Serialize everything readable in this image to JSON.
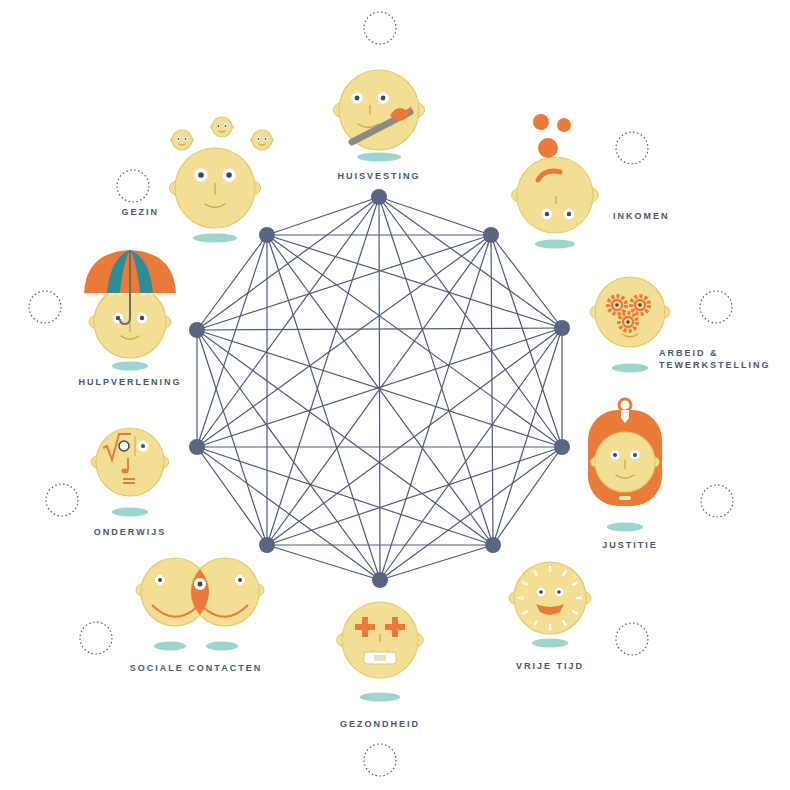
{
  "diagram": {
    "nodes": [
      {
        "text": [
          "HUISVESTING"
        ]
      },
      {
        "text": [
          "INKOMEN"
        ]
      },
      {
        "text": [
          "ARBEID & TEWERKSTELLING"
        ]
      },
      {
        "text": [
          "JUSTITIE"
        ]
      },
      {
        "text": [
          "VRIJE TIJD"
        ]
      },
      {
        "text": [
          "GEZONDHEID"
        ]
      },
      {
        "text": [
          "SOCIALE CONTACTEN"
        ]
      },
      {
        "text": [
          "ONDERWIJS"
        ]
      },
      {
        "text": [
          "HULPVERLENING"
        ]
      },
      {
        "text": [
          "GEZIN"
        ]
      }
    ]
  }
}
